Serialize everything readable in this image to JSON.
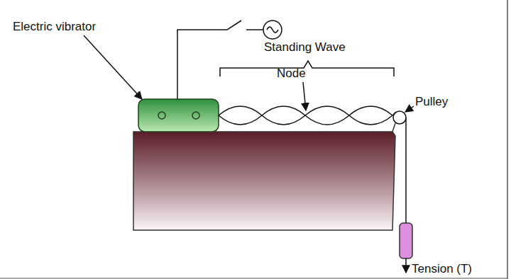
{
  "diagram": {
    "labels": [
      "Electric vibrator",
      "Standing Wave",
      "Node",
      "Pulley",
      "Tension (T)"
    ]
  }
}
